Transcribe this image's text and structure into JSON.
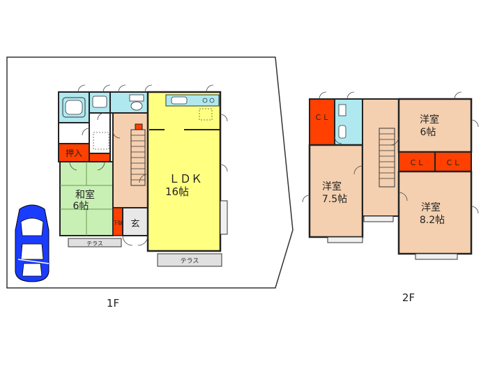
{
  "colors": {
    "ldk": "#ffff80",
    "tatami": "#c8f0b4",
    "western": "#f4d0b0",
    "closet": "#ff4000",
    "bath": "#b0e8f0",
    "entrance": "#e8e8e8",
    "wall": "#222222",
    "car": "#1a3cff"
  },
  "floor1": {
    "label": "1F",
    "rooms": {
      "ldk_name": "ＬＤＫ",
      "ldk_size": "16帖",
      "washitsu_name": "和室",
      "washitsu_size": "6帖",
      "oshiire": "押入",
      "genkan": "玄",
      "shelf": "下駄",
      "terrace_small": "テラス",
      "terrace_large": "テラス"
    }
  },
  "floor2": {
    "label": "2F",
    "rooms": {
      "cl_left": "ＣＬ",
      "room_a_name": "洋室",
      "room_a_size": "7.5帖",
      "room_b_name": "洋室",
      "room_b_size": "6帖",
      "room_c_name": "洋室",
      "room_c_size": "8.2帖",
      "cl_mid_1": "ＣＬ",
      "cl_mid_2": "ＣＬ"
    }
  },
  "icons": [
    "car-icon",
    "toilet-icon",
    "bathtub-icon",
    "sink-icon",
    "stove-icon",
    "stairs-icon",
    "door-swing-icon"
  ]
}
